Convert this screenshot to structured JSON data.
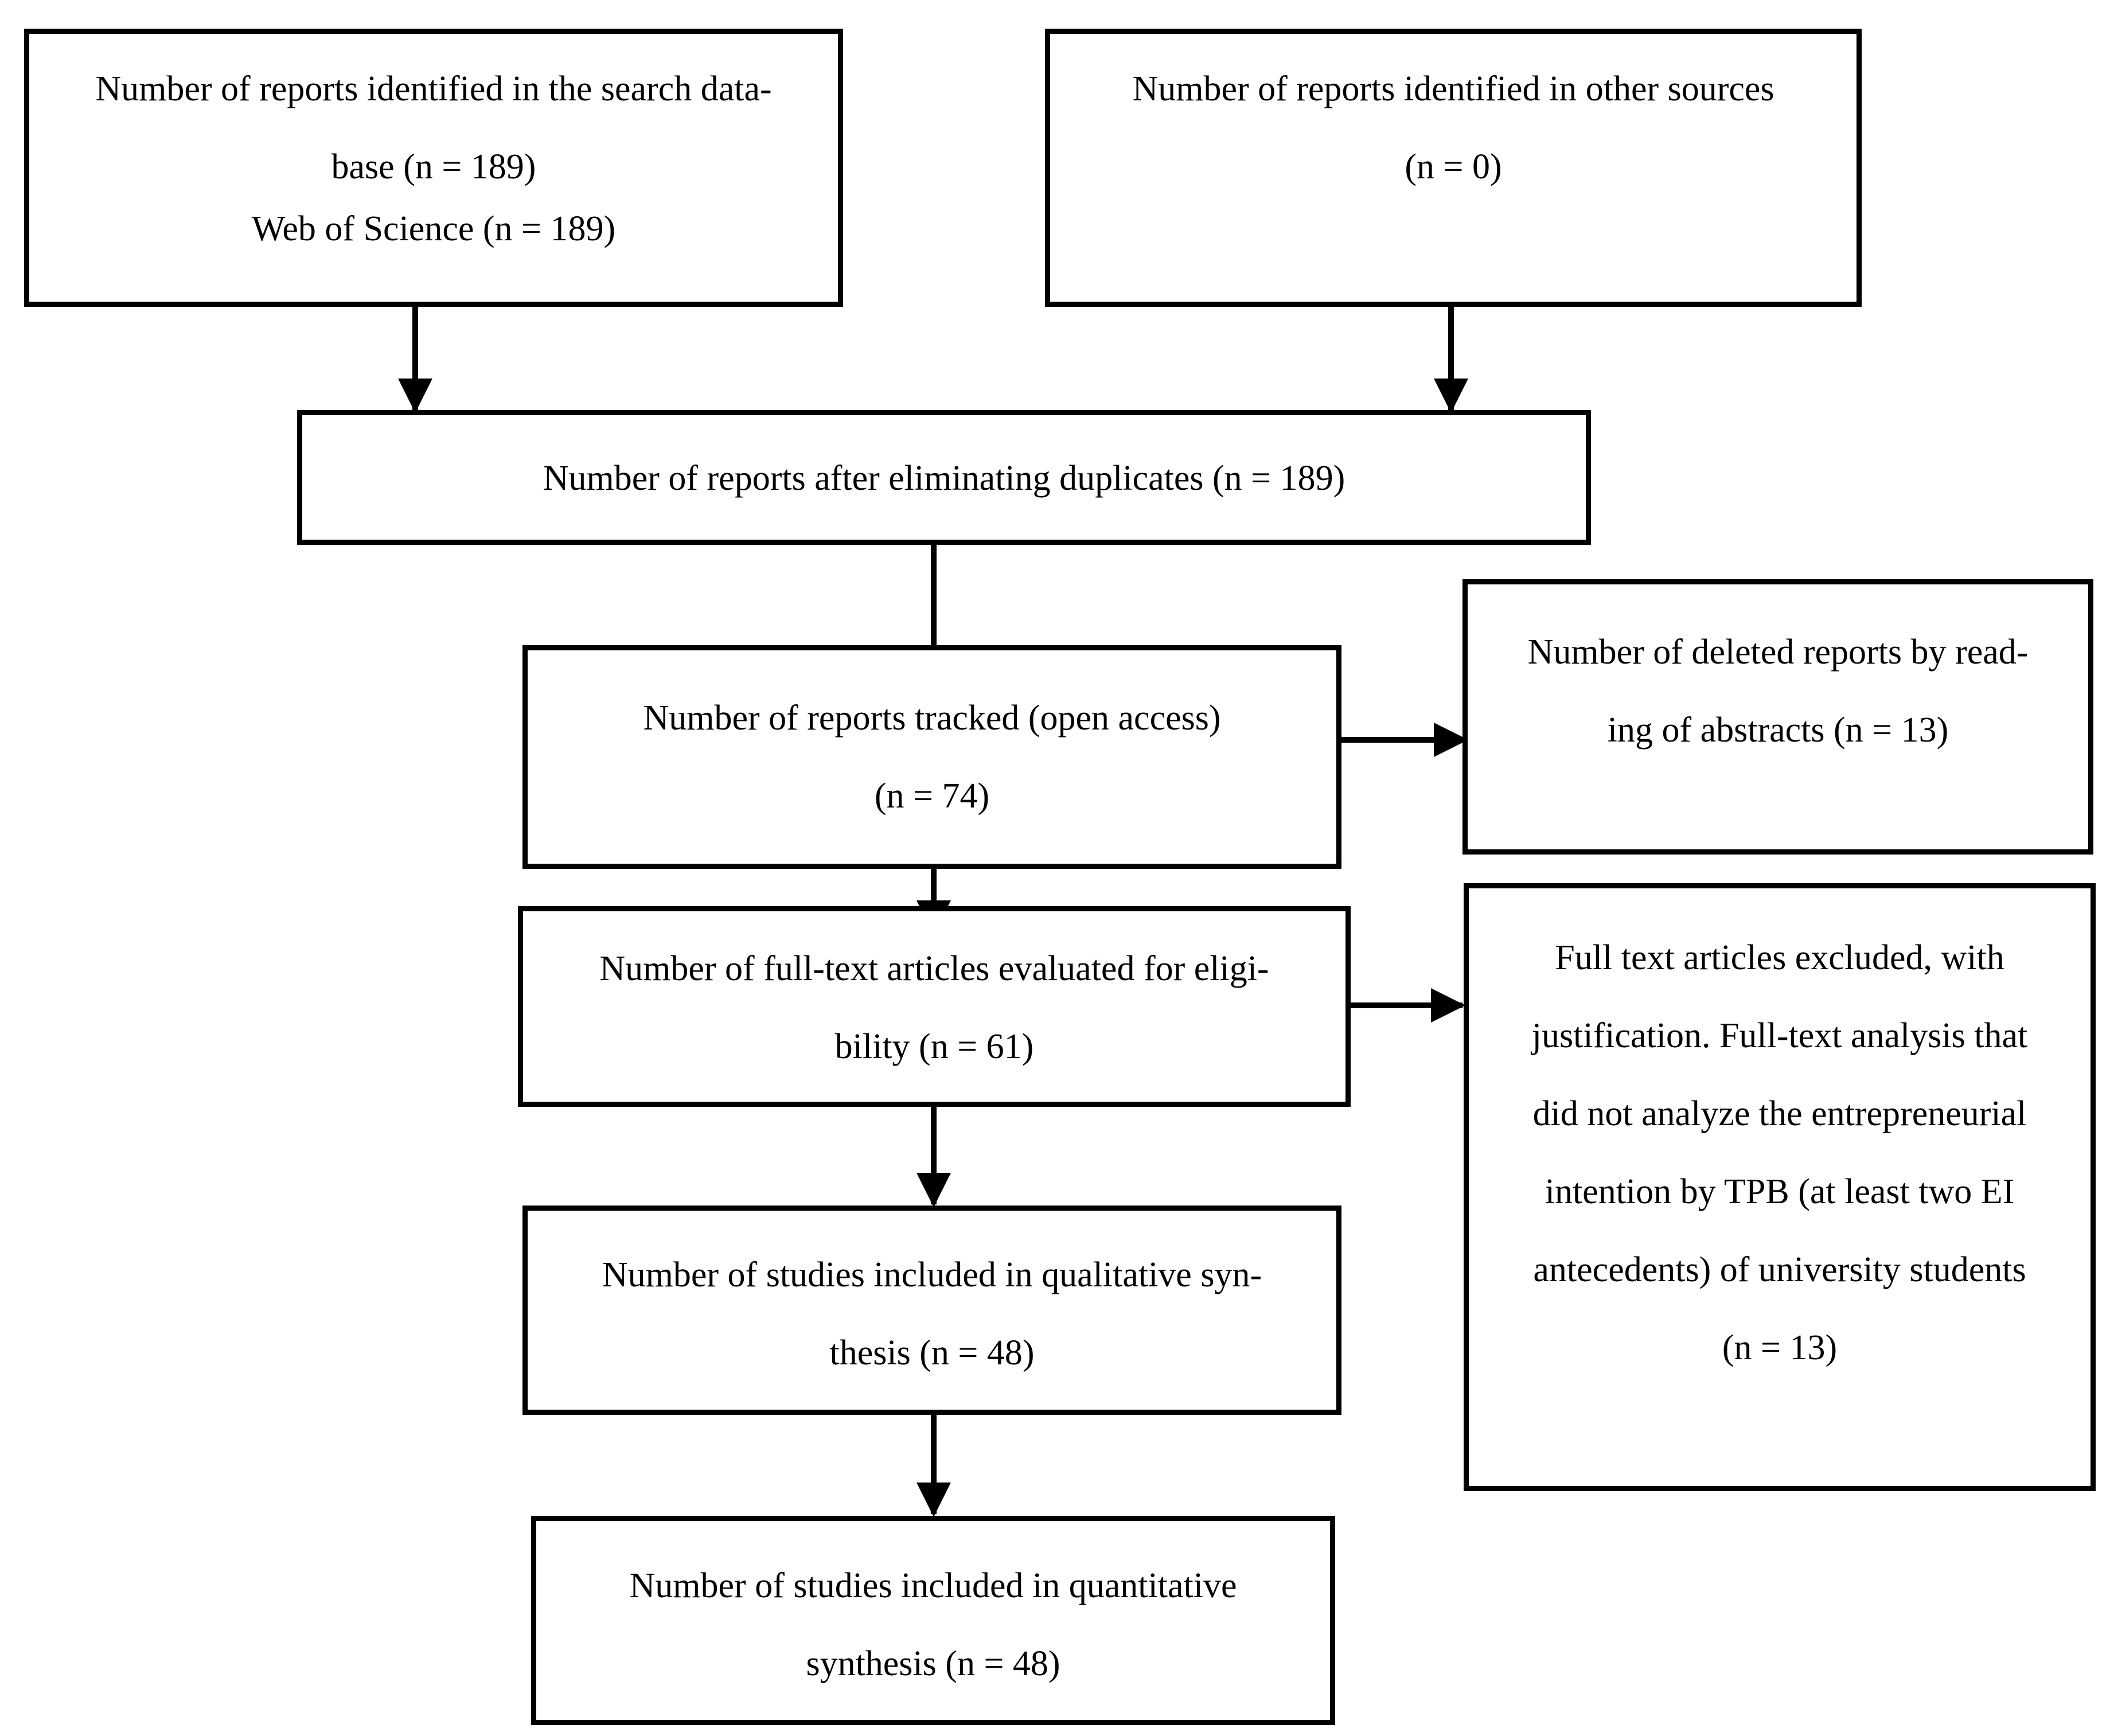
{
  "boxes": {
    "identified_database": {
      "lines": [
        "Number of reports identified in the search data-",
        "base (n = 189)",
        "Web of Science (n = 189)"
      ]
    },
    "identified_other": {
      "lines": [
        "Number of reports identified in other sources",
        "(n = 0)"
      ]
    },
    "after_duplicates": {
      "lines": [
        "Number of reports after eliminating duplicates (n = 189)"
      ]
    },
    "tracked": {
      "lines": [
        "Number of reports tracked (open access)",
        "(n = 74)"
      ]
    },
    "deleted_abstracts": {
      "lines": [
        "Number of deleted reports by read-",
        "ing of abstracts (n = 13)"
      ]
    },
    "eligibility": {
      "lines": [
        "Number of full-text articles evaluated for eligi-",
        "bility (n = 61)"
      ]
    },
    "excluded_fulltext": {
      "lines": [
        "Full text articles excluded, with",
        "justification. Full-text analysis that",
        "did not analyze the entrepreneurial",
        "intention by TPB (at least two EI",
        "antecedents) of university students",
        "(n = 13)"
      ]
    },
    "qualitative": {
      "lines": [
        "Number of studies included in qualitative syn-",
        "thesis (n = 48)"
      ]
    },
    "quantitative": {
      "lines": [
        "Number of studies included in quantitative",
        "synthesis (n = 48)"
      ]
    }
  }
}
